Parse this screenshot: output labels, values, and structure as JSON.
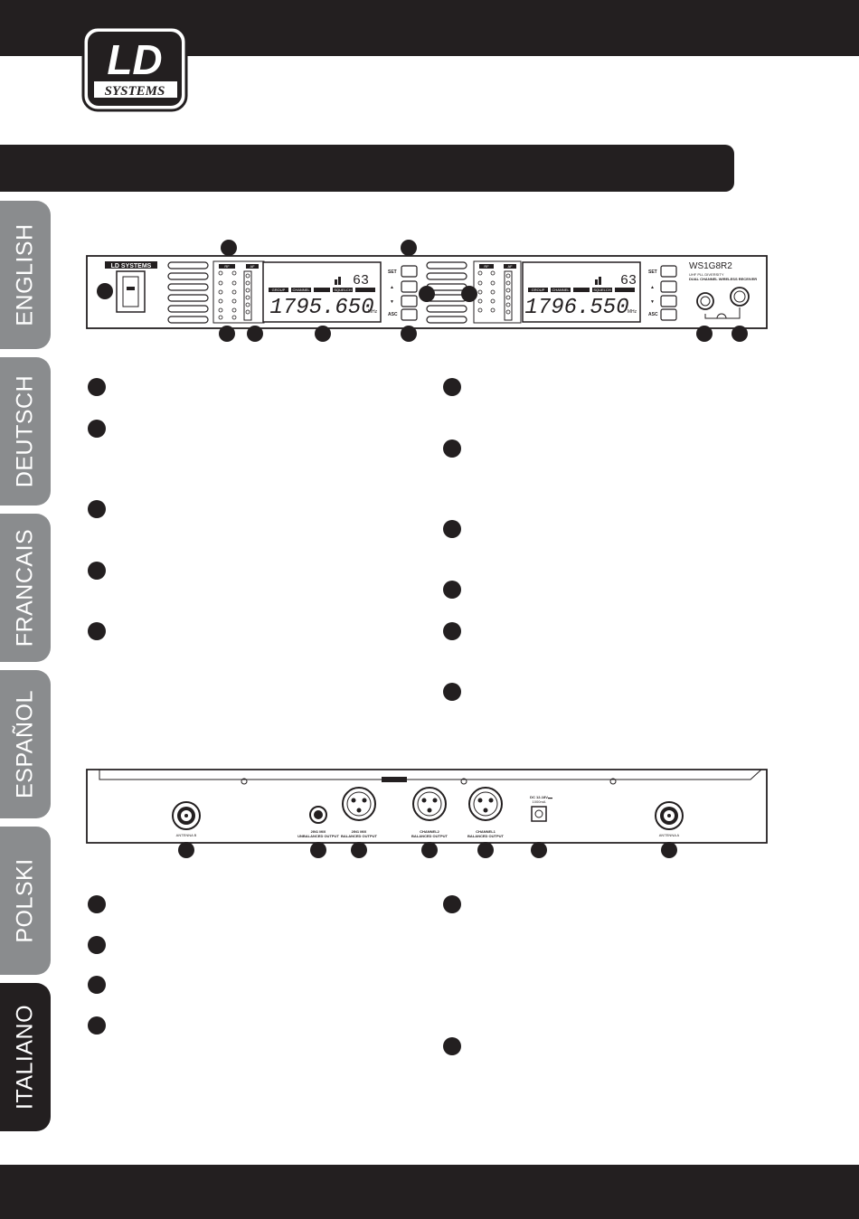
{
  "brand": {
    "logo_top": "LD",
    "logo_bottom": "SYSTEMS"
  },
  "languages": [
    {
      "label": "ENGLISH",
      "active": false
    },
    {
      "label": "DEUTSCH",
      "active": false
    },
    {
      "label": "FRANCAIS",
      "active": false
    },
    {
      "label": "ESPAÑOL",
      "active": false
    },
    {
      "label": "POLSKI",
      "active": false
    },
    {
      "label": "ITALIANO",
      "active": true
    }
  ],
  "front_panel": {
    "brand_label": "LD SYSTEMS",
    "model": "WS1G8R2",
    "model_sub1": "UHF PLL DIVERSITY",
    "model_sub2": "DUAL CHANNEL WIRELESS RECEIVER",
    "meter_labels": [
      "RF",
      "AF"
    ],
    "button_labels": [
      "SET",
      "▲",
      "▼",
      "ASC"
    ],
    "lcd_tags": [
      "GROUP",
      "CHANNEL",
      "",
      "SQUELCH"
    ],
    "channel_a": {
      "number": "63",
      "frequency": "1795.650",
      "unit": "MHz"
    },
    "channel_b": {
      "number": "63",
      "frequency": "1796.550",
      "unit": "MHz"
    }
  },
  "rear_panel": {
    "antenna_b": "ANTENNA B",
    "unbalanced": "UNBALANCED OUTPUT",
    "mix_label": "2IN1 MIX",
    "mix_balanced": "BALANCED OUTPUT",
    "ch2": "CHANNEL2",
    "ch2_sub": "BALANCED OUTPUT",
    "ch1": "CHANNEL1",
    "ch1_sub": "BALANCED OUTPUT",
    "dc_label": "DC 12-18V",
    "dc_sub": "1000mA",
    "antenna_a": "ANTENNA A"
  }
}
